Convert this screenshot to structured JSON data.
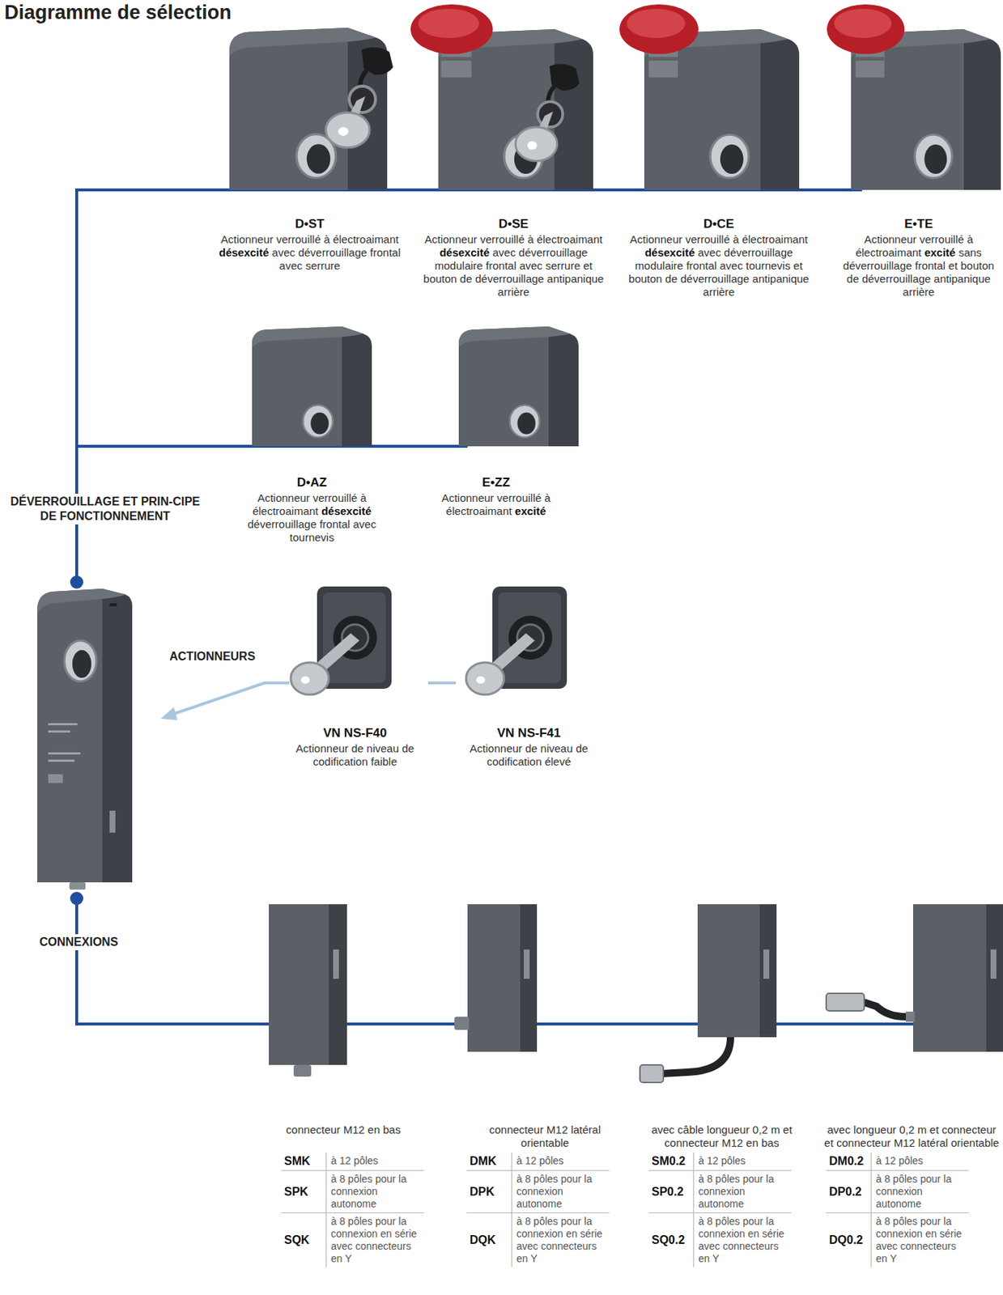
{
  "diagram": {
    "title": "Diagramme de sélection",
    "nodes": [
      {
        "text": [
          "D•ST",
          "Actionneur verrouillé à électroaimant",
          "désexcité",
          "avec déverrouillage frontal avec serrure"
        ]
      },
      {
        "text": [
          "D•SE",
          "Actionneur verrouillé à électroaimant",
          "désexcité",
          "avec déverrouillage modulaire frontal avec serrure et bouton de déverrouillage antipanique arrière"
        ]
      },
      {
        "text": [
          "D•CE",
          "Actionneur verrouillé à électroaimant",
          "désexcité",
          "avec déverrouillage modulaire frontal avec tournevis et bouton de déverrouillage antipanique arrière"
        ]
      },
      {
        "text": [
          "E•TE",
          "Actionneur verrouillé à électroaimant",
          "excité",
          "sans déverrouillage frontal et bouton de déverrouillage antipanique arrière"
        ]
      },
      {
        "text": [
          "D•AZ",
          "Actionneur verrouillé à électroaimant",
          "désexcité",
          "déverrouillage frontal avec tournevis"
        ]
      },
      {
        "text": [
          "E•ZZ",
          "Actionneur verrouillé à électroaimant",
          "excité"
        ]
      },
      {
        "text": [
          "VN NS-F40",
          "Actionneur de niveau de codification faible"
        ]
      },
      {
        "text": [
          "VN NS-F41",
          "Actionneur de niveau de codification élevé"
        ]
      },
      {
        "text": [
          "connecteur M12 en bas",
          "SMK",
          "à 12 pôles",
          "SPK",
          "à 8 pôles pour la connexion autonome",
          "SQK",
          "à 8 pôles pour la connexion en série avec connecteurs en Y"
        ]
      },
      {
        "text": [
          "connecteur M12 latéral orientable",
          "DMK",
          "à 12 pôles",
          "DPK",
          "à 8 pôles pour la connexion autonome",
          "DQK",
          "à 8 pôles pour la connexion en série avec connecteurs en Y"
        ]
      },
      {
        "text": [
          "avec câble longueur 0,2 m et connecteur M12 en bas",
          "SM0.2",
          "à 12 pôles",
          "SP0.2",
          "à 8 pôles pour la connexion autonome",
          "SQ0.2",
          "à 8 pôles pour la connexion en série avec connecteurs en Y"
        ]
      },
      {
        "text": [
          "avec longueur 0,2 m et connecteur et connecteur M12 latéral orientable",
          "DM0.2",
          "à 12 pôles",
          "DP0.2",
          "à 8 pôles pour la connexion autonome",
          "DQ0.2",
          "à 8 pôles pour la connexion en série avec connecteurs en Y"
        ]
      }
    ],
    "edges": [
      {
        "from": 0,
        "to": 1,
        "arrow": "none"
      },
      {
        "from": 1,
        "to": 2,
        "arrow": "none"
      },
      {
        "from": 2,
        "to": 3,
        "arrow": "none"
      },
      {
        "from": 4,
        "to": 5,
        "arrow": "none"
      },
      {
        "from": 6,
        "to": 7,
        "arrow": "none"
      },
      {
        "from": 8,
        "to": 9,
        "arrow": "none"
      },
      {
        "from": 9,
        "to": 10,
        "arrow": "none"
      },
      {
        "from": 10,
        "to": 11,
        "arrow": "none"
      }
    ],
    "labels": [
      "DÉVERROUILLAGE ET PRIN-CIPE DE FONCTIONNEMENT",
      "ACTIONNEURS",
      "CONNEXIONS"
    ]
  }
}
